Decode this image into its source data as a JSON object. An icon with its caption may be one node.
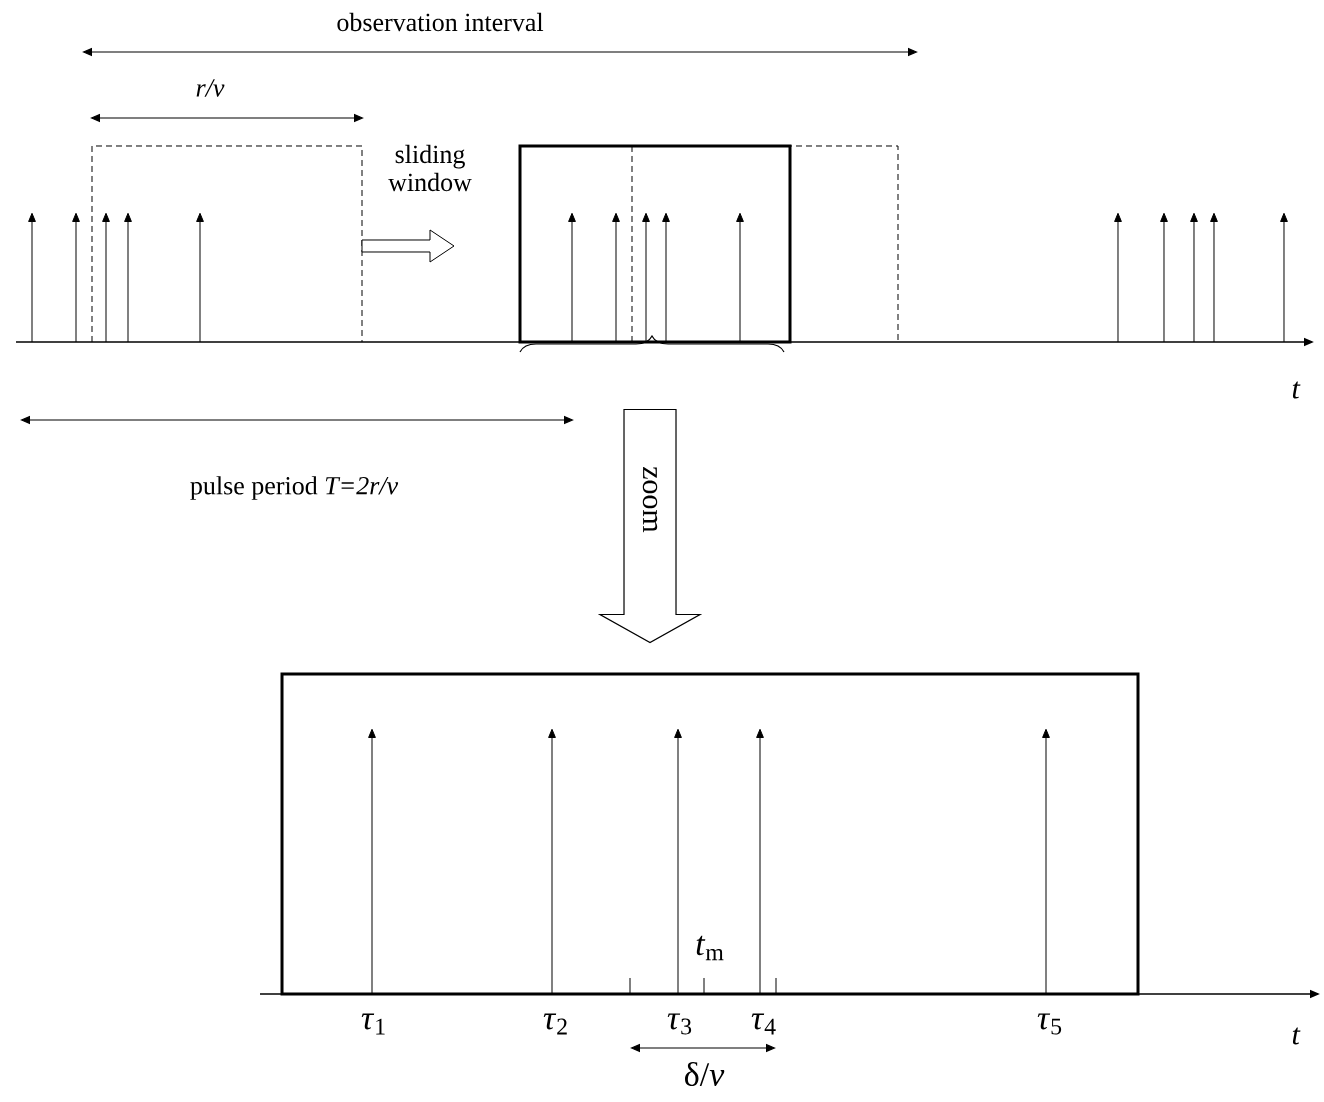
{
  "diagram": {
    "nodes": [
      {
        "text": [],
        "shape": "box"
      },
      {
        "text": [],
        "shape": "box"
      }
    ],
    "edges": [
      {
        "from": 0,
        "to": 1,
        "arrow": "to",
        "label": "zoom"
      }
    ],
    "labels": [
      "observation interval",
      "*r/v*",
      "sliding window",
      "*t*",
      "pulse period *T=2r/v*",
      "*t*$_{m}$",
      "*τ*$_{1}$",
      "*τ*$_{2}$",
      "*τ*$_{3}$",
      "*τ*$_{4}$",
      "*τ*$_{5}$",
      "δ/*v*",
      "*t*"
    ]
  }
}
